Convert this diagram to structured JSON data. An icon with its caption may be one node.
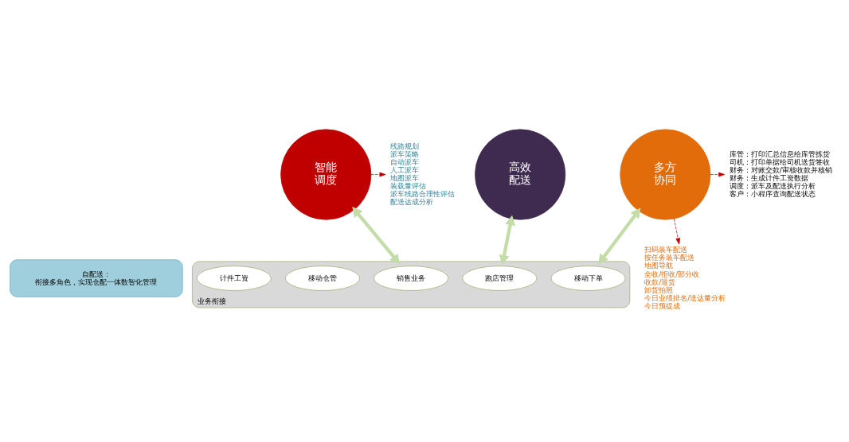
{
  "diagram": {
    "nodes": [
      {
        "text": [
          "自配送：",
          "衔接多角色，实现仓配一体数智化管理"
        ]
      },
      {
        "text": [
          "线路规划",
          "派车策略",
          "自动派车",
          "人工派车",
          "地图派车",
          "装载量评估",
          "派车线路合理性评估",
          "配送达成分析"
        ]
      },
      {
        "text": [
          "扫码装车配送",
          "按任务装车配送",
          "地图导航",
          "全收/拒收/部分收",
          "收款/退货",
          "卸货拍照",
          "今日业绩排名/送达量分析",
          "今日预提成"
        ]
      },
      {
        "text": [
          "智能调度"
        ]
      },
      {
        "text": [
          "高效配送"
        ]
      },
      {
        "text": [
          "多方协同"
        ]
      },
      {
        "text": [
          "库管：打印汇总信息给库管拣货",
          "司机：打印单据给司机送货签收",
          "财务：对账交款/审核收款并核销",
          "财务：生成计件工资数据",
          "调度：派车及配送执行分析",
          "客户：小程序查询配送状态"
        ]
      },
      {
        "text": [
          "业务衔接"
        ]
      },
      {
        "text": [
          "销售业务"
        ],
        "in": 7
      },
      {
        "text": [
          "跑店管理"
        ],
        "in": 7
      },
      {
        "text": [
          "移动下单"
        ],
        "in": 7
      },
      {
        "text": [
          "移动仓管"
        ],
        "in": 7
      },
      {
        "text": [
          "计件工资"
        ],
        "in": 7
      }
    ],
    "edges": [
      {
        "from": 3,
        "to": 1,
        "arrow": "to",
        "style": "dashed",
        "color": "#c00000"
      },
      {
        "from": 5,
        "to": 2,
        "arrow": "to",
        "style": "dashed",
        "color": "#c00000"
      },
      {
        "from": 5,
        "to": 6,
        "arrow": "to",
        "style": "dashed",
        "color": "#c00000"
      },
      {
        "from": 3,
        "to": 7,
        "arrow": "both",
        "style": "thick",
        "color": "#c4dca8"
      },
      {
        "from": 4,
        "to": 7,
        "arrow": "both",
        "style": "thick",
        "color": "#c4dca8"
      },
      {
        "from": 5,
        "to": 7,
        "arrow": "both",
        "style": "thick",
        "color": "#c4dca8"
      }
    ]
  }
}
